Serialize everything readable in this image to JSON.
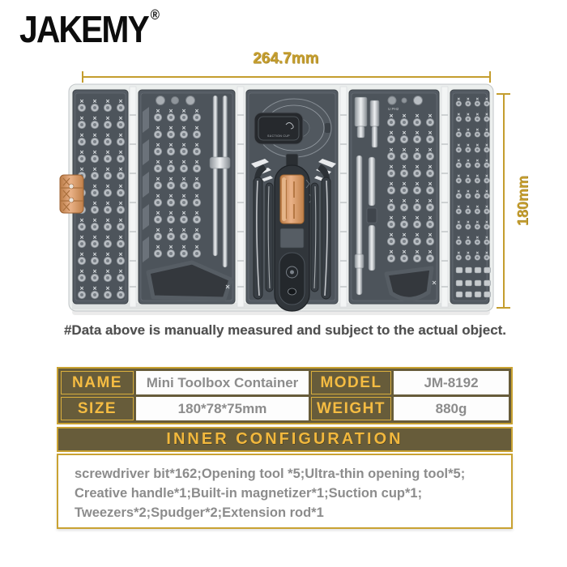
{
  "brand": {
    "logo": "JAKEMY",
    "registered": "®"
  },
  "dimension_annotations": {
    "width": "264.7mm",
    "height": "180mm"
  },
  "disclaimer": "#Data above is manually measured and subject to the actual object.",
  "spec_table": {
    "rows": [
      {
        "cells": [
          {
            "label": "NAME",
            "value": "Mini Toolbox Container"
          },
          {
            "label": "MODEL",
            "value": "JM-8192"
          }
        ]
      },
      {
        "cells": [
          {
            "label": "SIZE",
            "value": "180*78*75mm"
          },
          {
            "label": "WEIGHT",
            "value": "880g"
          }
        ]
      }
    ]
  },
  "inner_configuration": {
    "header": "INNER CONFIGURATION",
    "lines": [
      "screwdriver bit*162;Opening tool *5;Ultra-thin opening tool*5;",
      "Creative handle*1;Built-in magnetizer*1;Suction cup*1;",
      "Tweezers*2;Spudger*2;Extension rod*1"
    ]
  },
  "product_image": {
    "suction_cup_label": "SUCTION CUP"
  },
  "colors": {
    "gold_annotation": "#c49d2e",
    "table_border_gold": "#c9a232",
    "table_label_bg": "#675c3a",
    "table_label_text": "#f5bc42",
    "value_text": "#8c8c8c",
    "panel_dark": "#545b63",
    "copper_accent": "#d69a62"
  }
}
